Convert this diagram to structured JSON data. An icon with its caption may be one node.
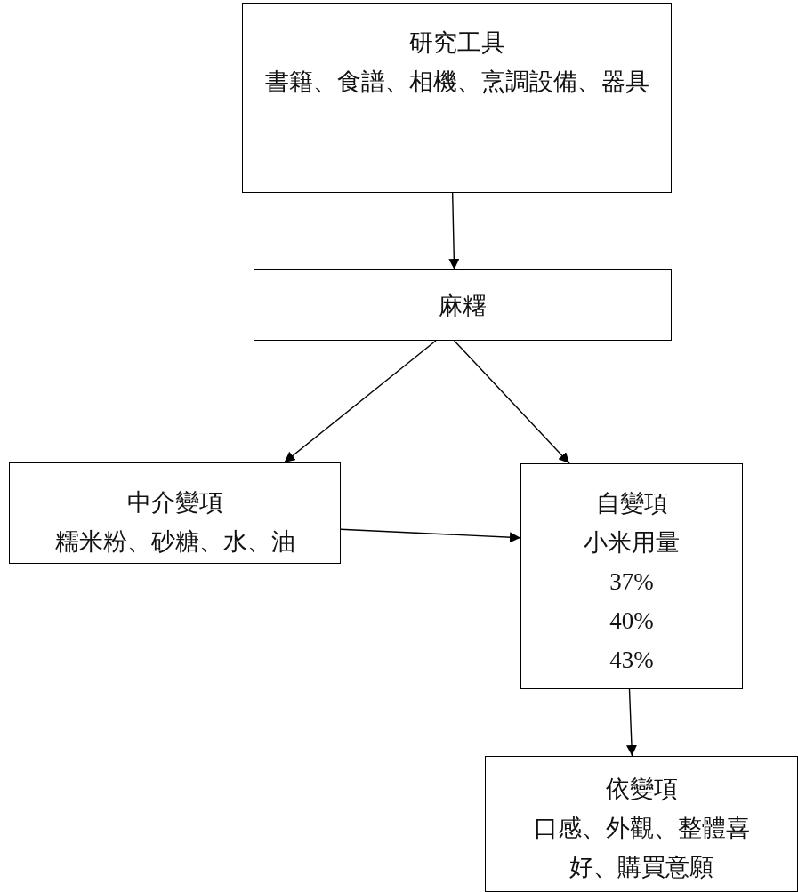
{
  "diagram": {
    "nodes": [
      {
        "text": [
          "研究工具",
          "書籍、食譜、相機、烹調設備、器具"
        ]
      },
      {
        "text": [
          "麻糬"
        ]
      },
      {
        "text": [
          "中介變項",
          "糯米粉、砂糖、水、油"
        ]
      },
      {
        "text": [
          "自變項",
          "小米用量",
          "37%",
          "40%",
          "43%"
        ]
      },
      {
        "text": [
          "依變項",
          "口感、外觀、整體喜好、購買意願"
        ]
      }
    ],
    "edges": [
      {
        "from": 0,
        "to": 1,
        "arrow": "to"
      },
      {
        "from": 1,
        "to": 2,
        "arrow": "to"
      },
      {
        "from": 1,
        "to": 3,
        "arrow": "to"
      },
      {
        "from": 2,
        "to": 3,
        "arrow": "to"
      },
      {
        "from": 3,
        "to": 4,
        "arrow": "to"
      }
    ]
  }
}
